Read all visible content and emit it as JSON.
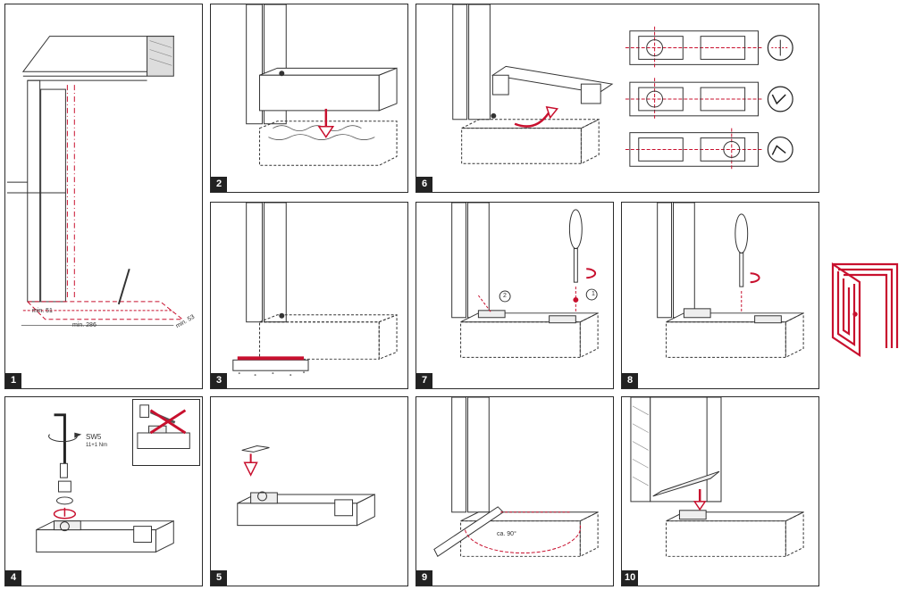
{
  "steps": [
    {
      "number": "1"
    },
    {
      "number": "2"
    },
    {
      "number": "3"
    },
    {
      "number": "4"
    },
    {
      "number": "5"
    },
    {
      "number": "6"
    },
    {
      "number": "7"
    },
    {
      "number": "8"
    },
    {
      "number": "9"
    },
    {
      "number": "10"
    }
  ],
  "step1": {
    "dim_a": "min. 51",
    "dim_b": "min. 286",
    "dim_c": "min. 53"
  },
  "step4": {
    "tool_label": "SW5",
    "torque_label": "11+1 Nm"
  },
  "step7": {
    "callout_1": "1",
    "callout_2": "2"
  },
  "step9": {
    "angle_label": "ca. 90°"
  },
  "colors": {
    "accent": "#c8102e",
    "line": "#2b2b2b"
  }
}
